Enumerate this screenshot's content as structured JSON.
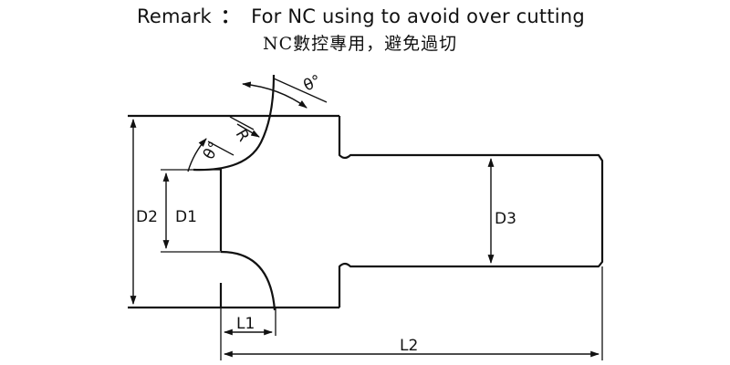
{
  "remark": {
    "label": "Remark",
    "separator": "：",
    "line1": "For NC using to avoid over cutting",
    "line2": "NC數控專用，避免過切"
  },
  "dimensions": {
    "D1": "D1",
    "D2": "D2",
    "D3": "D3",
    "L1": "L1",
    "L2": "L2",
    "R": "R",
    "theta1": "θ°",
    "theta2": "θ°"
  },
  "colors": {
    "line": "#111111",
    "background": "#ffffff"
  }
}
